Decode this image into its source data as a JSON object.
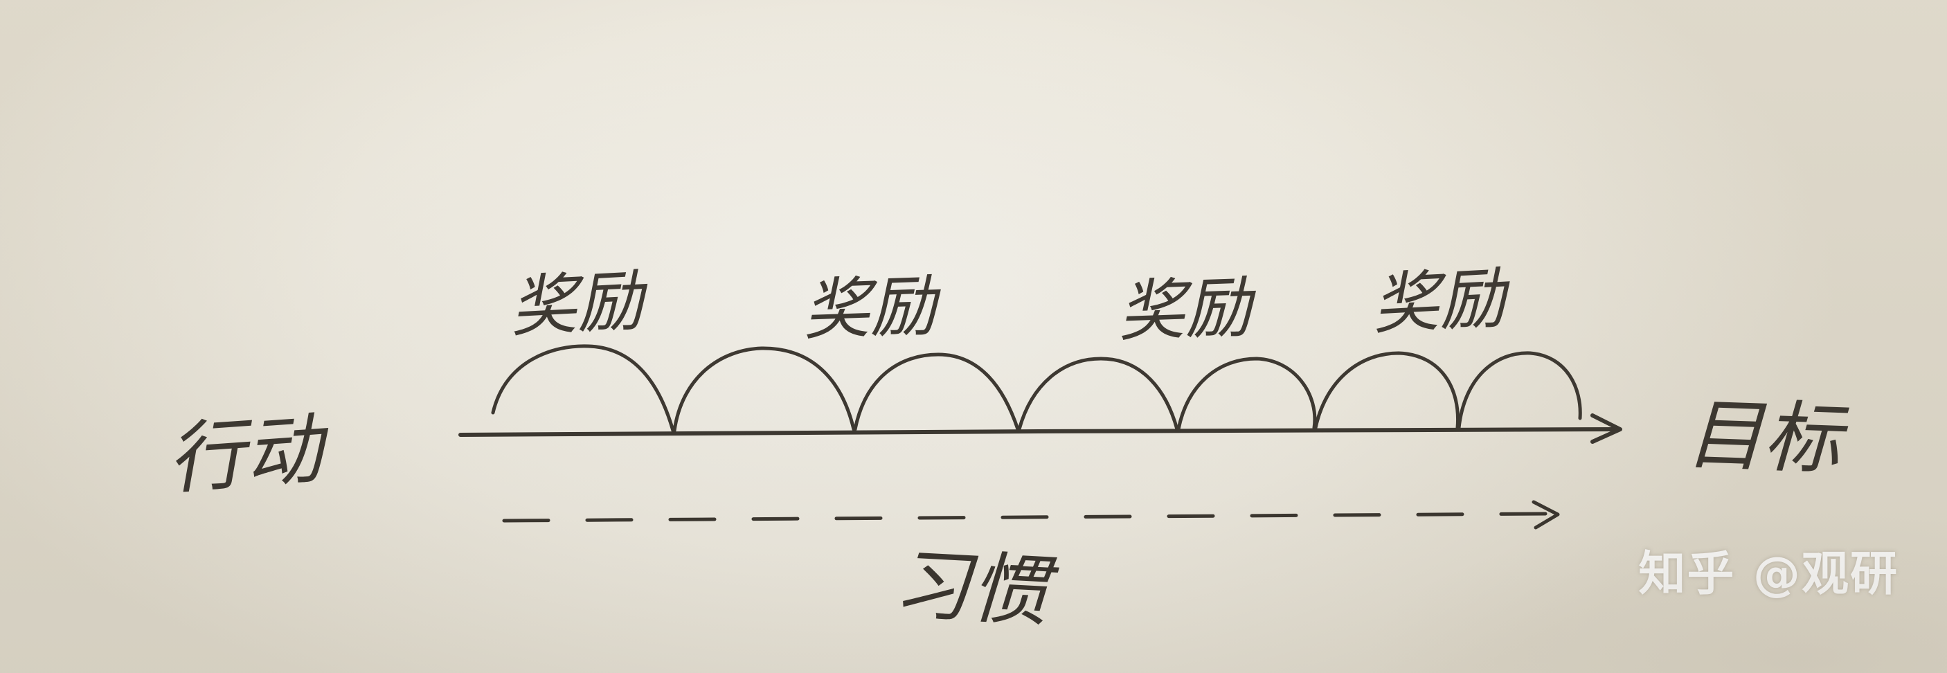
{
  "diagram": {
    "start_label": "行动",
    "end_label": "目标",
    "habit_label": "习惯",
    "rewards": [
      "奖励",
      "奖励",
      "奖励",
      "奖励"
    ]
  },
  "watermark": {
    "text": "知乎 @观研"
  },
  "colors": {
    "ink": "#3a352e",
    "paper": "#ece8dd"
  }
}
